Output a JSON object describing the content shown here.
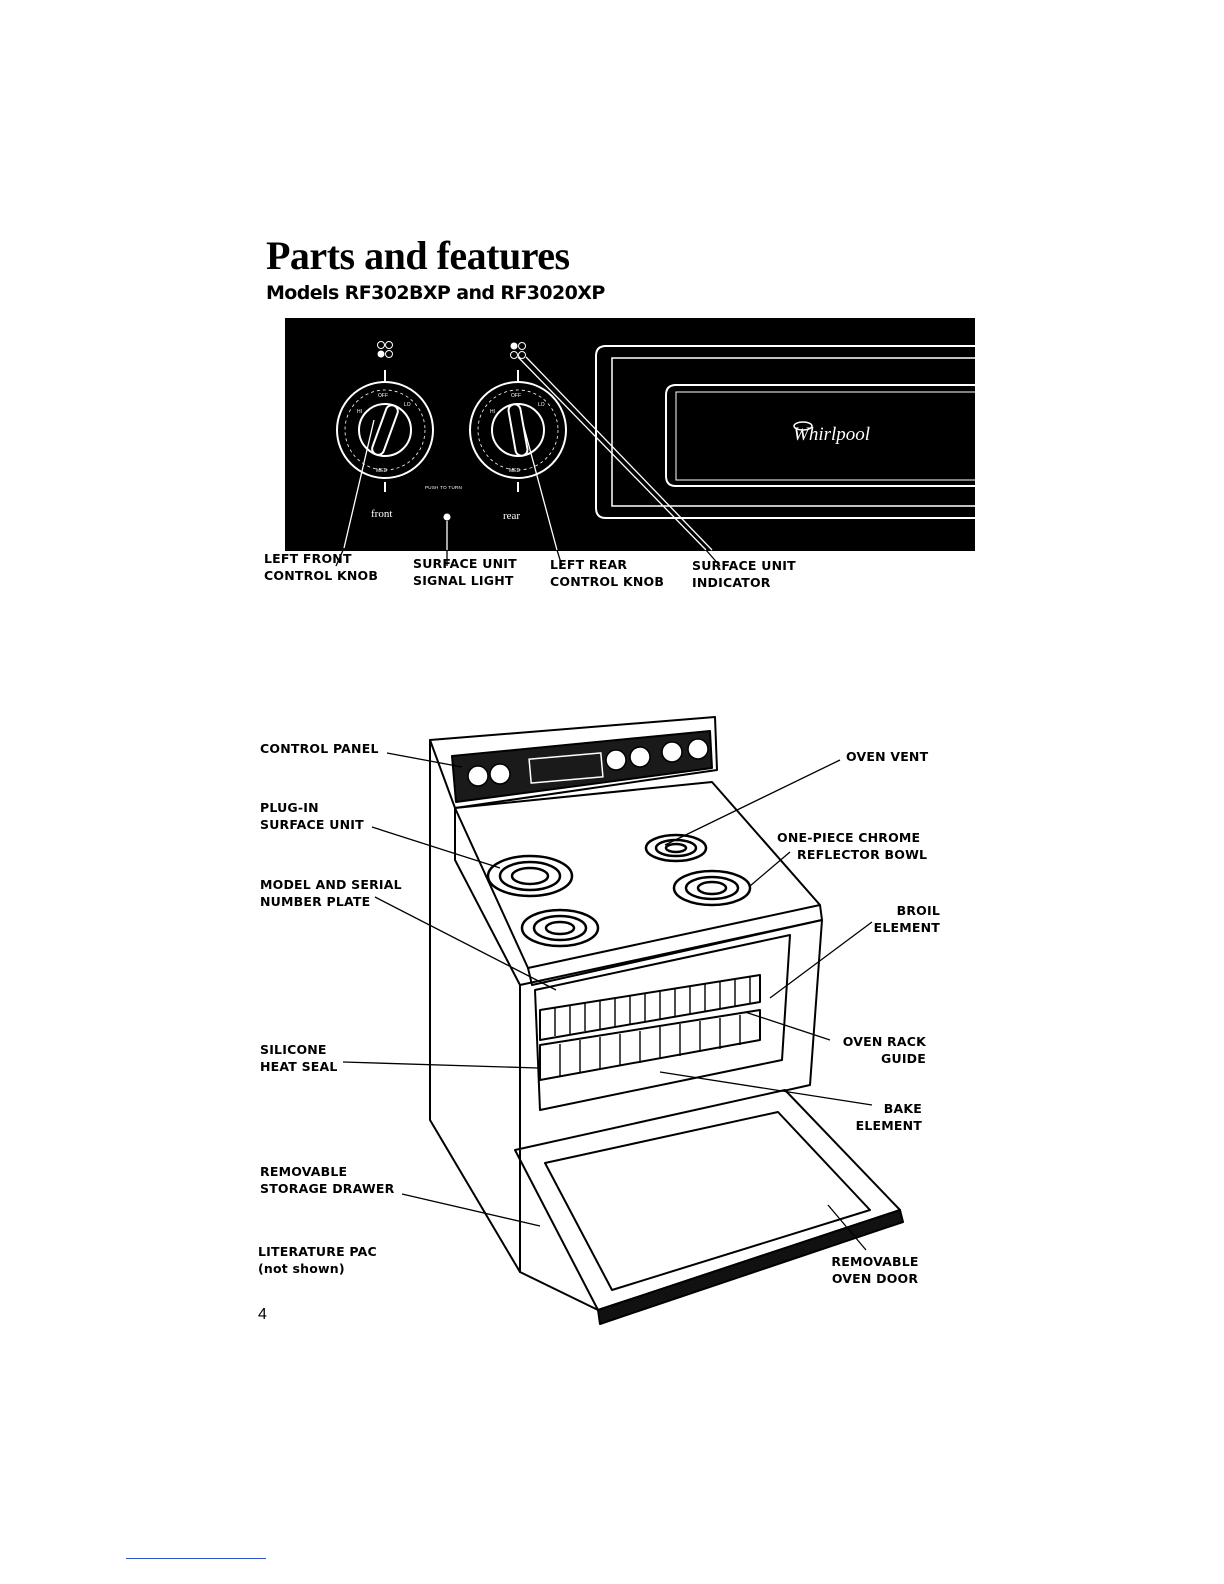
{
  "page": {
    "title": "Parts and features",
    "subtitle": "Models RF302BXP and RF3020XP",
    "page_number": "4"
  },
  "panel": {
    "brand": "Whirlpool",
    "knob_left_caption": "front",
    "knob_right_caption": "rear",
    "push_to_turn": "PUSH TO TURN",
    "knob_marks": {
      "off": "OFF",
      "hi": "HI",
      "lo": "LO",
      "med": "MED"
    },
    "labels": [
      {
        "line1": "LEFT FRONT",
        "line2": "CONTROL KNOB"
      },
      {
        "line1": "SURFACE UNIT",
        "line2": "SIGNAL LIGHT"
      },
      {
        "line1": "LEFT REAR",
        "line2": "CONTROL KNOB"
      },
      {
        "line1": "SURFACE UNIT",
        "line2": "INDICATOR"
      }
    ]
  },
  "range": {
    "left_labels": [
      {
        "line1": "CONTROL PANEL",
        "line2": ""
      },
      {
        "line1": "PLUG-IN",
        "line2": "SURFACE UNIT"
      },
      {
        "line1": "MODEL AND SERIAL",
        "line2": "NUMBER PLATE"
      },
      {
        "line1": "SILICONE",
        "line2": "HEAT SEAL"
      },
      {
        "line1": "REMOVABLE",
        "line2": "STORAGE DRAWER"
      },
      {
        "line1": "LITERATURE PAC",
        "line2": "(not shown)"
      }
    ],
    "right_labels": [
      {
        "line1": "OVEN VENT",
        "line2": ""
      },
      {
        "line1": "ONE-PIECE CHROME",
        "line2": "REFLECTOR BOWL"
      },
      {
        "line1": "BROIL",
        "line2": "ELEMENT"
      },
      {
        "line1": "OVEN RACK",
        "line2": "GUIDE"
      },
      {
        "line1": "BAKE",
        "line2": "ELEMENT"
      },
      {
        "line1": "REMOVABLE",
        "line2": "OVEN DOOR"
      }
    ]
  }
}
